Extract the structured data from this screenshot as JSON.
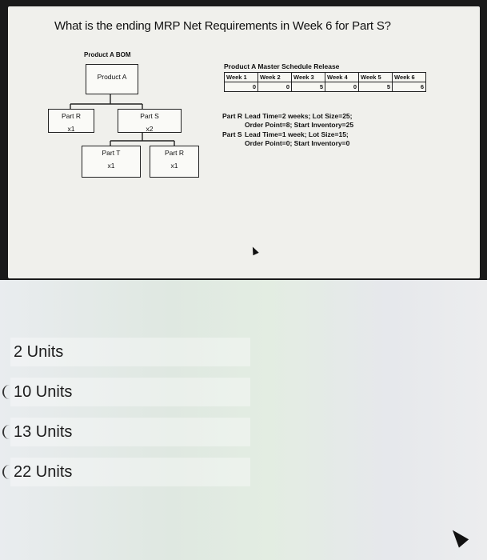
{
  "question": {
    "text": "What is the ending MRP Net Requirements in Week 6 for Part S?"
  },
  "bom": {
    "title": "Product A BOM",
    "product": "Product A",
    "part_r_top": {
      "name": "Part R",
      "qty": "x1"
    },
    "part_s": {
      "name": "Part S",
      "qty": "x2"
    },
    "part_t": {
      "name": "Part T",
      "qty": "x1"
    },
    "part_r_bottom": {
      "name": "Part R",
      "qty": "x1"
    }
  },
  "mps": {
    "title": "Product A Master Schedule Release",
    "weeks": [
      "Week 1",
      "Week 2",
      "Week 3",
      "Week 4",
      "Week 5",
      "Week 6"
    ],
    "values": [
      "0",
      "0",
      "5",
      "0",
      "5",
      "6"
    ]
  },
  "part_info": {
    "r_label": "Part R",
    "r_line1": "Lead Time=2 weeks; Lot Size=25;",
    "r_line2": "Order Point=8; Start Inventory=25",
    "s_label": "Part S",
    "s_line1": "Lead Time=1 week; Lot Size=15;",
    "s_line2": "Order Point=0; Start Inventory=0"
  },
  "answers": [
    {
      "label": "2 Units"
    },
    {
      "label": "10 Units"
    },
    {
      "label": "13 Units"
    },
    {
      "label": "22 Units"
    }
  ]
}
